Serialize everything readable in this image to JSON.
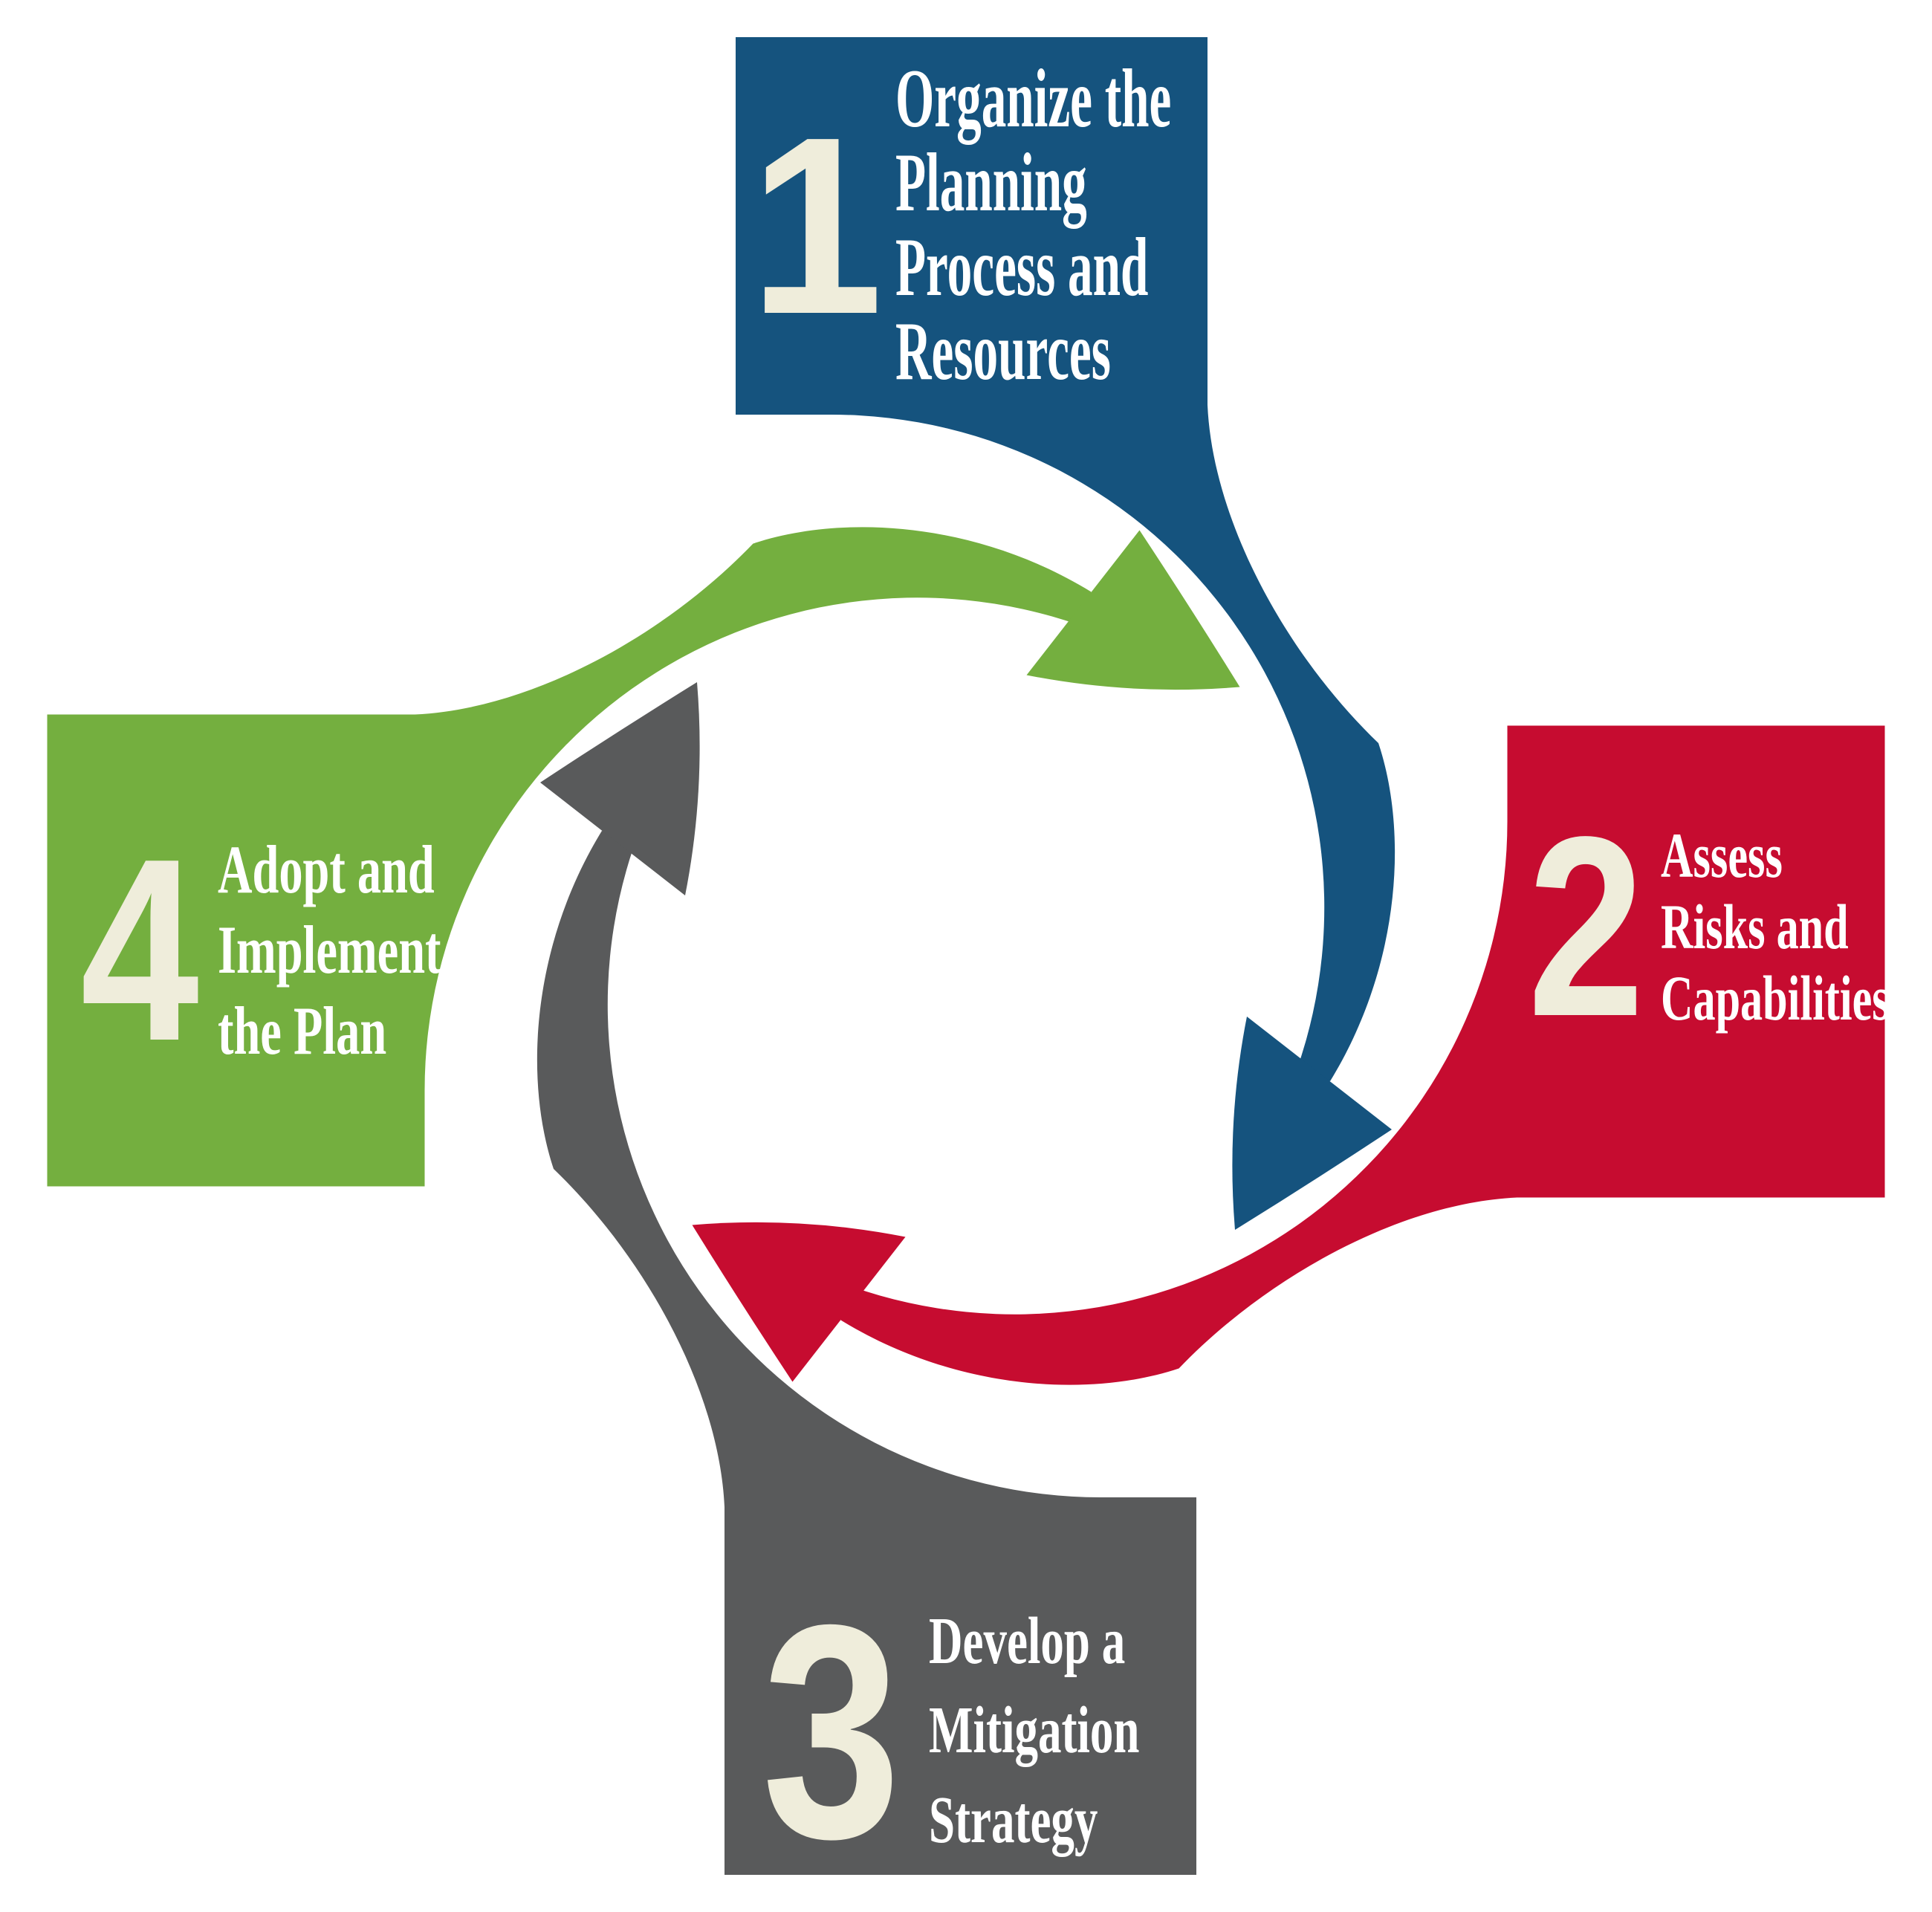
{
  "background_color": "#FFFFFF",
  "number_color": "#EFEDDB",
  "label_color": "#FFFFFF",
  "diagram_type": "four-step planning cycle with interlocking swirl arrows",
  "steps": [
    {
      "number": "1",
      "color": "#15537E",
      "label": "Organize the Planning Process and Resources",
      "lines": [
        "Organize the",
        "Planning",
        "Process and",
        "Resources"
      ]
    },
    {
      "number": "2",
      "color": "#C60C30",
      "label": "Assess Risks and Capabilities",
      "lines": [
        "Assess",
        "Risks and",
        "Capabilities"
      ]
    },
    {
      "number": "3",
      "color": "#595A5B",
      "label": "Develop a Mitigation Strategy",
      "lines": [
        "Develop a",
        "Mitigation",
        "Strategy"
      ]
    },
    {
      "number": "4",
      "color": "#74AF3F",
      "label": "Adopt and Implement the Plan",
      "lines": [
        "Adopt and",
        "Implement",
        "the Plan"
      ]
    }
  ]
}
